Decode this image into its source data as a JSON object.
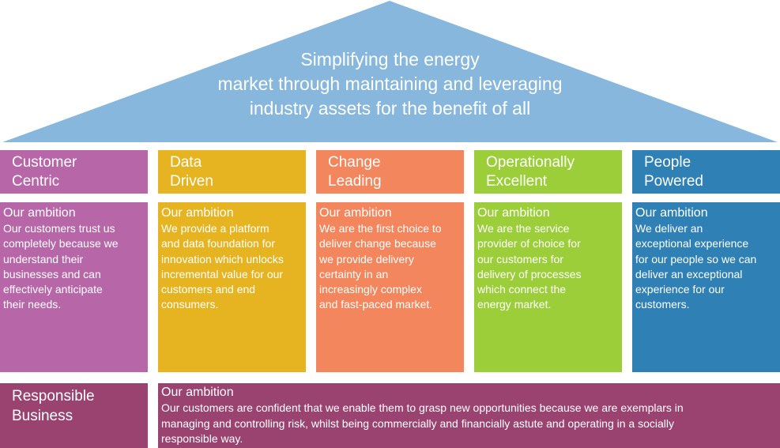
{
  "colors": {
    "roof": "#87b7dc",
    "customer_centric": "#b767a8",
    "data_driven": "#e6b421",
    "change_leading": "#f3865c",
    "operationally_excellent": "#9cce3a",
    "people_powered": "#2f80b5",
    "responsible_business": "#9a4371"
  },
  "roof": {
    "lines": [
      "Simplifying the energy",
      "market through maintaining and leveraging",
      "industry assets for the benefit of all"
    ]
  },
  "pillars": [
    {
      "title_lines": [
        "Customer",
        "Centric"
      ],
      "ambition_title": "Our ambition",
      "ambition_lines": [
        "Our customers trust us",
        "completely because we",
        "understand their",
        "businesses and can",
        "effectively anticipate",
        "their needs."
      ]
    },
    {
      "title_lines": [
        "Data",
        "Driven"
      ],
      "ambition_title": "Our ambition",
      "ambition_lines": [
        "We provide a platform",
        "and data foundation for",
        "innovation which unlocks",
        "incremental value for our",
        "customers and end",
        "consumers."
      ]
    },
    {
      "title_lines": [
        "Change",
        "Leading"
      ],
      "ambition_title": "Our ambition",
      "ambition_lines": [
        "We are the first choice to",
        "deliver change because",
        "we provide delivery",
        "certainty in an",
        "increasingly complex",
        "and fast-paced market."
      ]
    },
    {
      "title_lines": [
        "Operationally",
        "Excellent"
      ],
      "ambition_title": "Our ambition",
      "ambition_lines": [
        "We are the service",
        "provider of choice for",
        "our customers for",
        "delivery of processes",
        "which connect the",
        "energy market."
      ]
    },
    {
      "title_lines": [
        "People",
        "Powered"
      ],
      "ambition_title": "Our ambition",
      "ambition_lines": [
        "We deliver an",
        "exceptional experience",
        "for our people so we can",
        "deliver an exceptional",
        "experience for our",
        "customers."
      ]
    }
  ],
  "responsible_business": {
    "title_lines": [
      "Responsible",
      "Business"
    ],
    "ambition_title": "Our ambition",
    "ambition_lines": [
      "Our customers are confident that we enable them to grasp new opportunities because we are exemplars in",
      "managing and controlling risk, whilst being commercially and financially astute and operating in a socially",
      "responsible way."
    ]
  }
}
